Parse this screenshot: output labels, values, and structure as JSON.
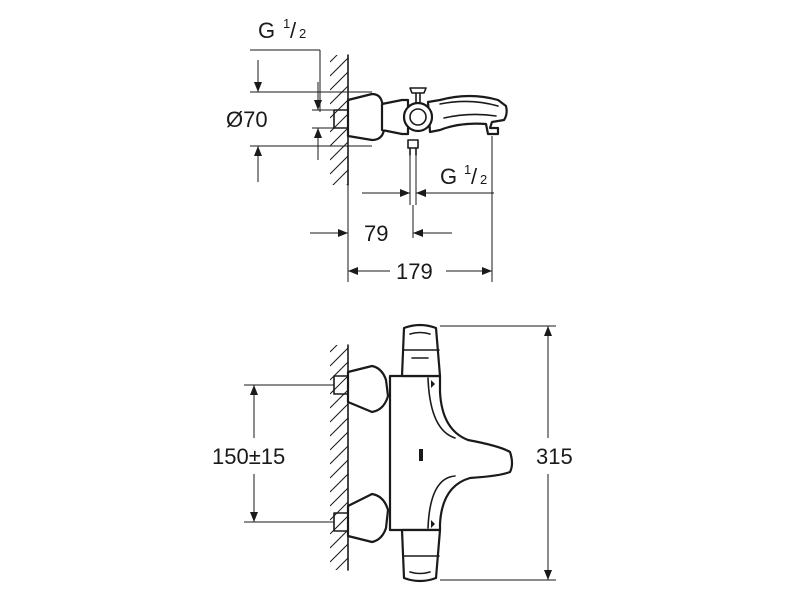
{
  "dimensions": {
    "pipe_thread_top": {
      "prefix": "G",
      "numerator": "1",
      "slash": "/",
      "denominator": "2"
    },
    "pipe_thread_outlet": {
      "prefix": "G",
      "numerator": "1",
      "slash": "/",
      "denominator": "2"
    },
    "rosette_diameter": "Ø70",
    "depth_outlet": "79",
    "depth_total": "179",
    "inlet_spacing": "150±15",
    "total_width": "315"
  }
}
